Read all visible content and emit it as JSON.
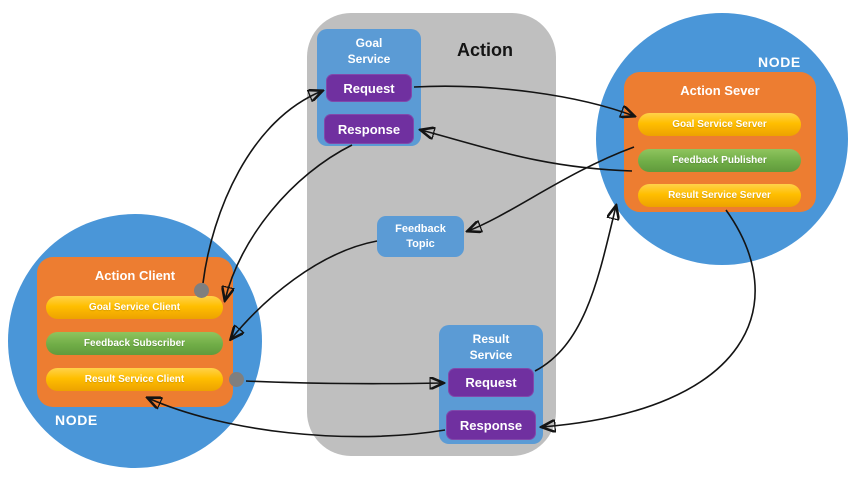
{
  "title": "Action",
  "goal_service": {
    "label": "Goal Service",
    "request": "Request",
    "response": "Response"
  },
  "feedback_topic": {
    "label": "Feedback Topic"
  },
  "result_service": {
    "label": "Result Service",
    "request": "Request",
    "response": "Response"
  },
  "server_node": {
    "node_label": "NODE",
    "title": "Action Sever",
    "items": [
      {
        "label": "Goal Service Server",
        "color": "yellow"
      },
      {
        "label": "Feedback Publisher",
        "color": "green"
      },
      {
        "label": "Result Service Server",
        "color": "yellow"
      }
    ]
  },
  "client_node": {
    "node_label": "NODE",
    "title": "Action Client",
    "items": [
      {
        "label": "Goal Service Client",
        "color": "yellow"
      },
      {
        "label": "Feedback Subscriber",
        "color": "green"
      },
      {
        "label": "Result Service Client",
        "color": "yellow"
      }
    ]
  },
  "colors": {
    "node_circle": "#4a96d8",
    "panel_gray": "#bfbfbf",
    "box_blue": "#5b9bd5",
    "box_purple": "#7030a0",
    "container_orange": "#ed7d31",
    "pill_yellow": "#ffbe00",
    "pill_green": "#70ad47",
    "arrow": "#141414",
    "dot_gray": "#7f7f7f"
  }
}
